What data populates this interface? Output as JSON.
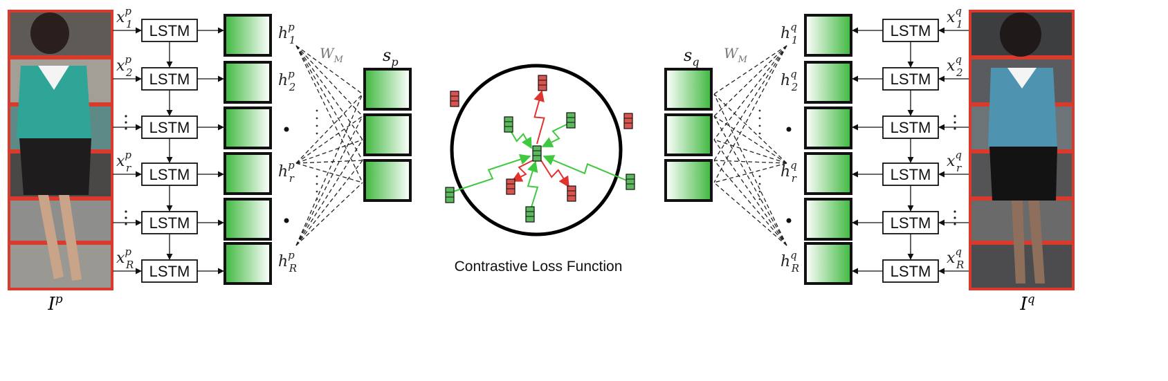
{
  "lstm_label": "LSTM",
  "left": {
    "image_label_base": "I",
    "image_label_sup": "p",
    "input_labels": [
      {
        "base": "x",
        "sub": "1",
        "sup": "p"
      },
      {
        "base": "x",
        "sub": "2",
        "sup": "p"
      },
      {
        "base": "",
        "sub": "",
        "sup": ""
      },
      {
        "base": "x",
        "sub": "r",
        "sup": "p"
      },
      {
        "base": "",
        "sub": "",
        "sup": ""
      },
      {
        "base": "x",
        "sub": "R",
        "sup": "p"
      }
    ],
    "hidden_labels": [
      {
        "base": "h",
        "sub": "1",
        "sup": "p"
      },
      {
        "base": "h",
        "sub": "2",
        "sup": "p"
      },
      {
        "base": "",
        "sub": "",
        "sup": ""
      },
      {
        "base": "h",
        "sub": "r",
        "sup": "p"
      },
      {
        "base": "",
        "sub": "",
        "sup": ""
      },
      {
        "base": "h",
        "sub": "R",
        "sup": "p"
      }
    ],
    "weight_label": {
      "base": "W",
      "sub": "M"
    },
    "summary_label": {
      "base": "s",
      "sub": "p"
    }
  },
  "right": {
    "image_label_base": "I",
    "image_label_sup": "q",
    "input_labels": [
      {
        "base": "x",
        "sub": "1",
        "sup": "q"
      },
      {
        "base": "x",
        "sub": "2",
        "sup": "q"
      },
      {
        "base": "",
        "sub": "",
        "sup": ""
      },
      {
        "base": "x",
        "sub": "r",
        "sup": "q"
      },
      {
        "base": "",
        "sub": "",
        "sup": ""
      },
      {
        "base": "x",
        "sub": "R",
        "sup": "q"
      }
    ],
    "hidden_labels": [
      {
        "base": "h",
        "sub": "1",
        "sup": "q"
      },
      {
        "base": "h",
        "sub": "2",
        "sup": "q"
      },
      {
        "base": "",
        "sub": "",
        "sup": ""
      },
      {
        "base": "h",
        "sub": "r",
        "sup": "q"
      },
      {
        "base": "",
        "sub": "",
        "sup": ""
      },
      {
        "base": "h",
        "sub": "R",
        "sup": "q"
      }
    ],
    "weight_label": {
      "base": "W",
      "sub": "M"
    },
    "summary_label": {
      "base": "s",
      "sub": "q"
    }
  },
  "loss_label": "Contrastive Loss Function",
  "colors": {
    "strip_border": "#d93a2b",
    "feature_green_dark": "#3fb83f",
    "feature_green_light": "#ffffff",
    "positive_arrow": "#3ec93e",
    "negative_arrow": "#e0322f",
    "negative_node": "#d9534f",
    "positive_node": "#5cb85c"
  }
}
